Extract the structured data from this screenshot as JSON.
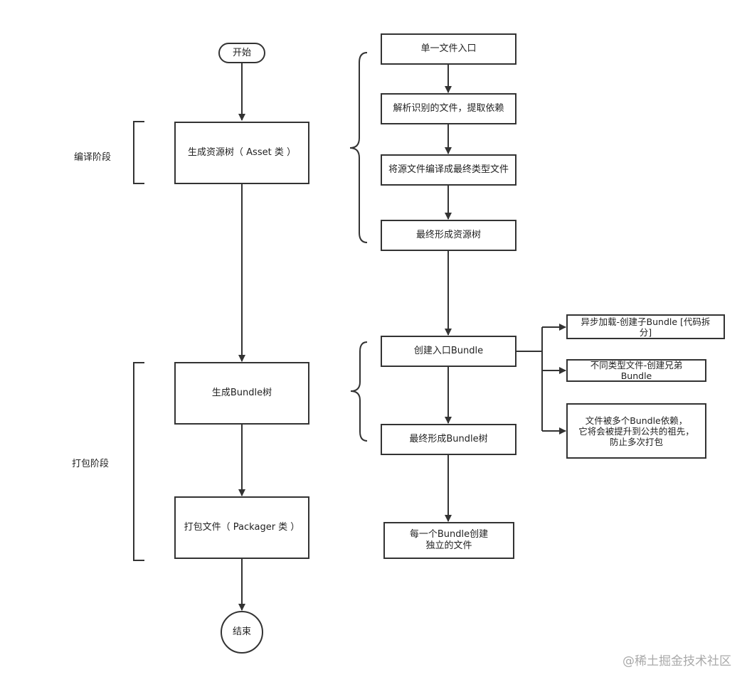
{
  "nodes": {
    "start": "开始",
    "asset_tree": "生成资源树（ Asset 类 ）",
    "bundle_tree": "生成Bundle树",
    "packager": "打包文件（ Packager 类 ）",
    "end": "结束",
    "single_entry": "单一文件入口",
    "parse_deps": "解析识别的文件，提取依赖",
    "compile": "将源文件编译成最终类型文件",
    "final_asset_tree": "最终形成资源树",
    "create_entry_bundle": "创建入口Bundle",
    "final_bundle_tree": "最终形成Bundle树",
    "each_bundle_file": "每一个Bundle创建\n独立的文件",
    "async_child_bundle": "异步加载-创建子Bundle [代码拆\n分]",
    "sibling_bundle": "不同类型文件-创建兄弟\nBundle",
    "common_ancestor": "文件被多个Bundle依赖，\n它将会被提升到公共的祖先，\n防止多次打包"
  },
  "phases": {
    "compile": "编译阶段",
    "package": "打包阶段"
  },
  "watermark": "@稀土掘金技术社区"
}
